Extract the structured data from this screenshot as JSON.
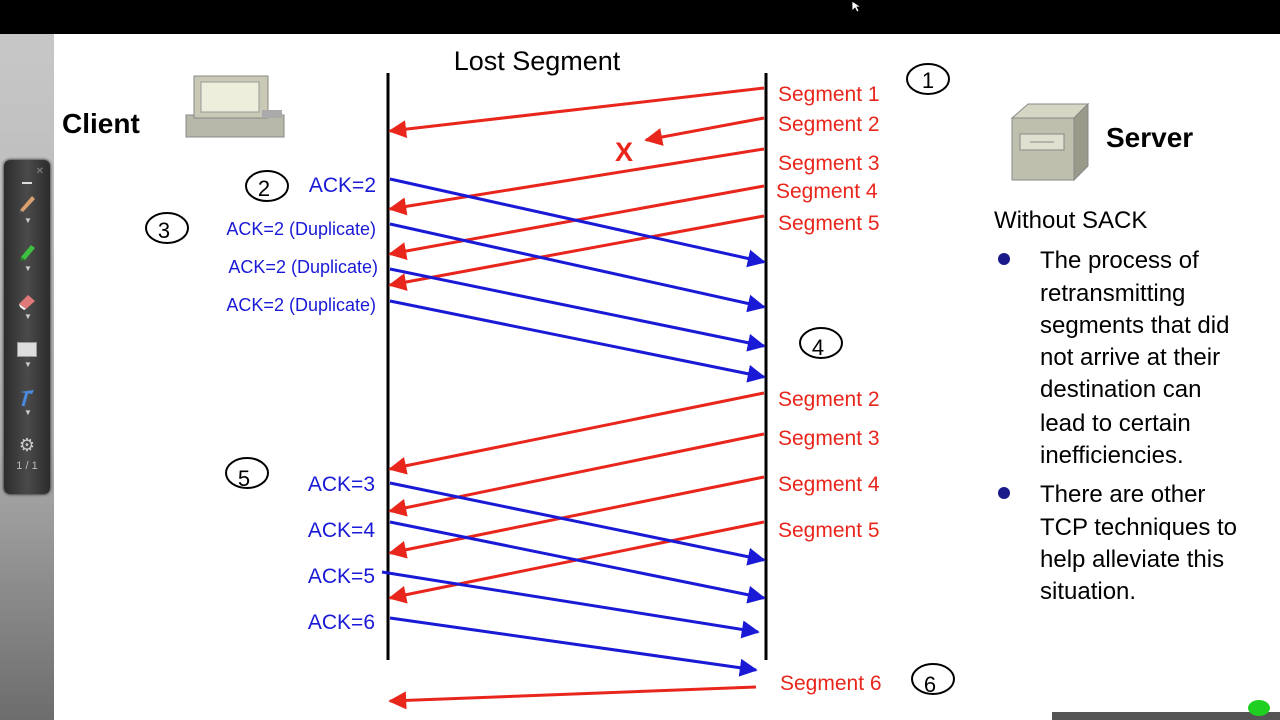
{
  "title": "Lost Segment",
  "client_label": "Client",
  "server_label": "Server",
  "lost_marker": "X",
  "colors": {
    "segment": "#e8261c",
    "ack": "#1a1ad6",
    "text": "#000000"
  },
  "step_markers": [
    "1",
    "2",
    "3",
    "4",
    "5",
    "6"
  ],
  "segments_round1": [
    "Segment 1",
    "Segment 2",
    "Segment 3",
    "Segment 4",
    "Segment 5"
  ],
  "acks_round1": [
    "ACK=2",
    "ACK=2 (Duplicate)",
    "ACK=2 (Duplicate)",
    "ACK=2 (Duplicate)"
  ],
  "segments_round2": [
    "Segment 2",
    "Segment 3",
    "Segment 4",
    "Segment 5"
  ],
  "acks_round2": [
    "ACK=3",
    "ACK=4",
    "ACK=5",
    "ACK=6"
  ],
  "segment_final": "Segment 6",
  "notes": {
    "heading": "Without SACK",
    "bullets": [
      [
        "The process of",
        "retransmitting",
        "segments that did",
        "not arrive at their",
        "destination can",
        "lead to certain",
        "inefficiencies."
      ],
      [
        "There are other",
        "TCP techniques to",
        "help alleviate this",
        "situation."
      ]
    ]
  },
  "toolbar": {
    "page_indicator": "1 / 1"
  }
}
